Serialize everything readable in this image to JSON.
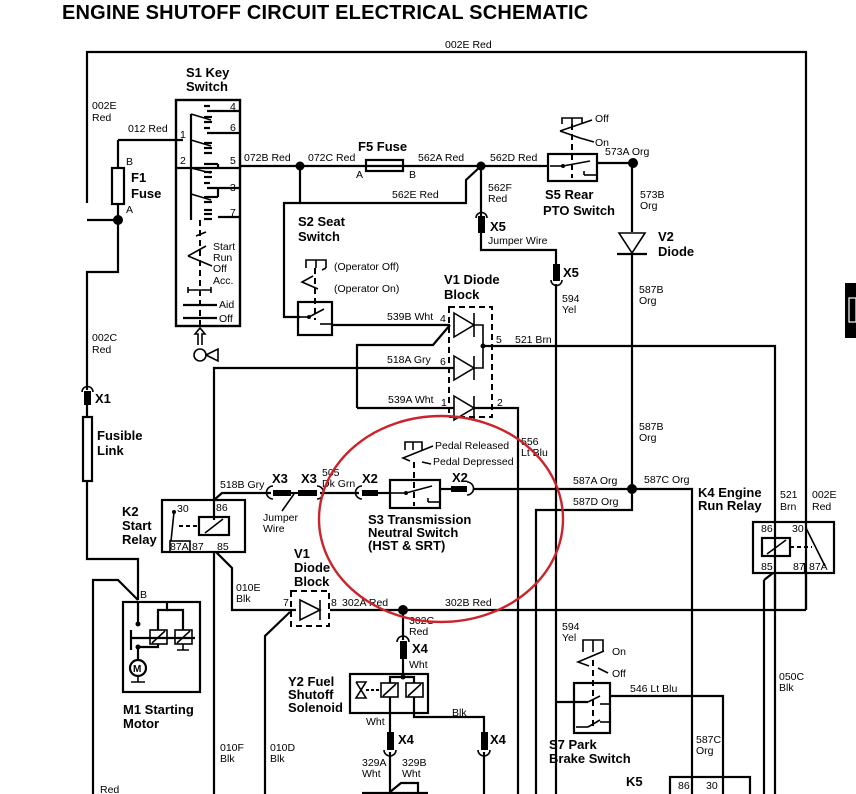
{
  "title": "ENGINE SHUTOFF CIRCUIT ELECTRICAL SCHEMATIC",
  "highlight_color": "#cc2229",
  "components": {
    "s1": {
      "name_line1": "S1 Key",
      "name_line2": "Switch",
      "pins": [
        "4",
        "6",
        "1",
        "2",
        "5",
        "3",
        "7"
      ],
      "positions": [
        "Start",
        "Run",
        "Off",
        "Acc.",
        "Aid",
        "Off"
      ]
    },
    "f1": {
      "name_line1": "F1",
      "name_line2": "Fuse",
      "pin_a": "A",
      "pin_b": "B"
    },
    "f5": {
      "name": "F5 Fuse",
      "pin_a": "A",
      "pin_b": "B"
    },
    "s5": {
      "name_line1": "S5 Rear",
      "name_line2": "PTO Switch",
      "state_off": "Off",
      "state_on": "On"
    },
    "v2": {
      "name_line1": "V2",
      "name_line2": "Diode"
    },
    "s2": {
      "name_line1": "S2 Seat",
      "name_line2": "Switch",
      "state_off": "(Operator Off)",
      "state_on": "(Operator On)"
    },
    "v1_top": {
      "name_line1": "V1 Diode",
      "name_line2": "Block",
      "pins": [
        "4",
        "6",
        "1",
        "5",
        "2"
      ]
    },
    "fusible_link": {
      "name_line1": "Fusible",
      "name_line2": "Link"
    },
    "k2": {
      "name_line1": "K2",
      "name_line2": "Start",
      "name_line3": "Relay",
      "pins": [
        "30",
        "86",
        "87A",
        "87",
        "85"
      ]
    },
    "s3": {
      "name_line1": "S3 Transmission",
      "name_line2": "Neutral Switch",
      "name_line3": "(HST & SRT)",
      "state_released": "Pedal Released",
      "state_depressed": "Pedal Depressed"
    },
    "k4": {
      "name_line1": "K4 Engine",
      "name_line2": "Run Relay",
      "pins": [
        "86",
        "30",
        "85",
        "87",
        "87A"
      ]
    },
    "v1_bottom": {
      "name_line1": "V1",
      "name_line2": "Diode",
      "name_line3": "Block",
      "pin_in": "7",
      "pin_out": "8"
    },
    "m1": {
      "name_line1": "M1 Starting",
      "name_line2": "Motor",
      "pin_b": "B",
      "symbol": "M"
    },
    "y2": {
      "name_line1": "Y2 Fuel",
      "name_line2": "Shutoff",
      "name_line3": "Solenoid"
    },
    "s7": {
      "name_line1": "S7 Park",
      "name_line2": "Brake Switch",
      "state_on": "On",
      "state_off": "Off"
    },
    "k5": {
      "name_line1": "K5",
      "pins": [
        "86",
        "30"
      ]
    }
  },
  "connectors": {
    "x1": "X1",
    "x2a": "X2",
    "x2b": "X2",
    "x3a": "X3",
    "x3b": "X3",
    "x4a": "X4",
    "x4b": "X4",
    "x4c": "X4",
    "x5a": "X5",
    "x5b": "X5",
    "jumper_wire_1": "Jumper Wire",
    "jumper_wire_2_line1": "Jumper",
    "jumper_wire_2_line2": "Wire"
  },
  "wires": {
    "w002e_top": "002E Red",
    "w002e_left_1": "002E",
    "w002e_left_2": "Red",
    "w012": "012 Red",
    "w072b": "072B Red",
    "w072c": "072C Red",
    "w562a": "562A Red",
    "w562d": "562D Red",
    "w562e": "562E Red",
    "w562f_1": "562F",
    "w562f_2": "Red",
    "w573a": "573A Org",
    "w573b_1": "573B",
    "w573b_2": "Org",
    "w594_1": "594",
    "w594_2": "Yel",
    "w587b_1": "587B",
    "w587b_2": "Org",
    "w587b2_1": "587B",
    "w587b2_2": "Org",
    "w539b": "539B Wht",
    "w518a": "518A Gry",
    "w539a": "539A Wht",
    "w521": "521 Brn",
    "w002c_1": "002C",
    "w002c_2": "Red",
    "w556_1": "556",
    "w556_2": "Lt Blu",
    "w518b": "518B Gry",
    "w505_1": "505",
    "w505_2": "Dk Grn",
    "w587a": "587A Org",
    "w587c": "587C Org",
    "w587d": "587D Org",
    "w521r_1": "521",
    "w521r_2": "Brn",
    "w002er_1": "002E",
    "w002er_2": "Red",
    "w010e_1": "010E",
    "w010e_2": "Blk",
    "w302a": "302A Red",
    "w302b": "302B Red",
    "w302c_1": "302C",
    "w302c_2": "Red",
    "wwht_1": "Wht",
    "wwht_2": "Wht",
    "wblk": "Blk",
    "w594b_1": "594",
    "w594b_2": "Yel",
    "w546": "546 Lt Blu",
    "w050c_1": "050C",
    "w050c_2": "Blk",
    "w587c2_1": "587C",
    "w587c2_2": "Org",
    "w010f_1": "010F",
    "w010f_2": "Blk",
    "w010d_1": "010D",
    "w010d_2": "Blk",
    "w329a_1": "329A",
    "w329a_2": "Wht",
    "w329b_1": "329B",
    "w329b_2": "Wht",
    "wred_bottom": "Red"
  }
}
